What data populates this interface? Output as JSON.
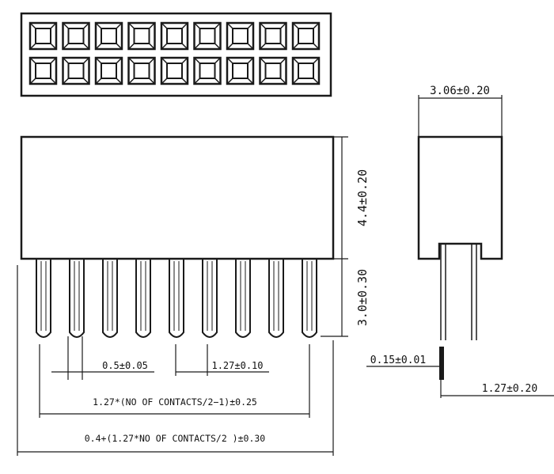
{
  "dimensions": {
    "side_width": "3.06±0.20",
    "body_height": "4.4±0.20",
    "pin_length": "3.0±0.30",
    "pin_width": "0.5±0.05",
    "pitch": "1.27±0.10",
    "pin_span": "1.27*(NO OF CONTACTS/2−1)±0.25",
    "overall_length": "0.4+(1.27*NO OF CONTACTS/2 )±0.30",
    "pin_thickness": "0.15±0.01",
    "row_spacing": "1.27±0.20"
  },
  "colors": {
    "ink": "#1a1a1a",
    "background": "#ffffff"
  }
}
